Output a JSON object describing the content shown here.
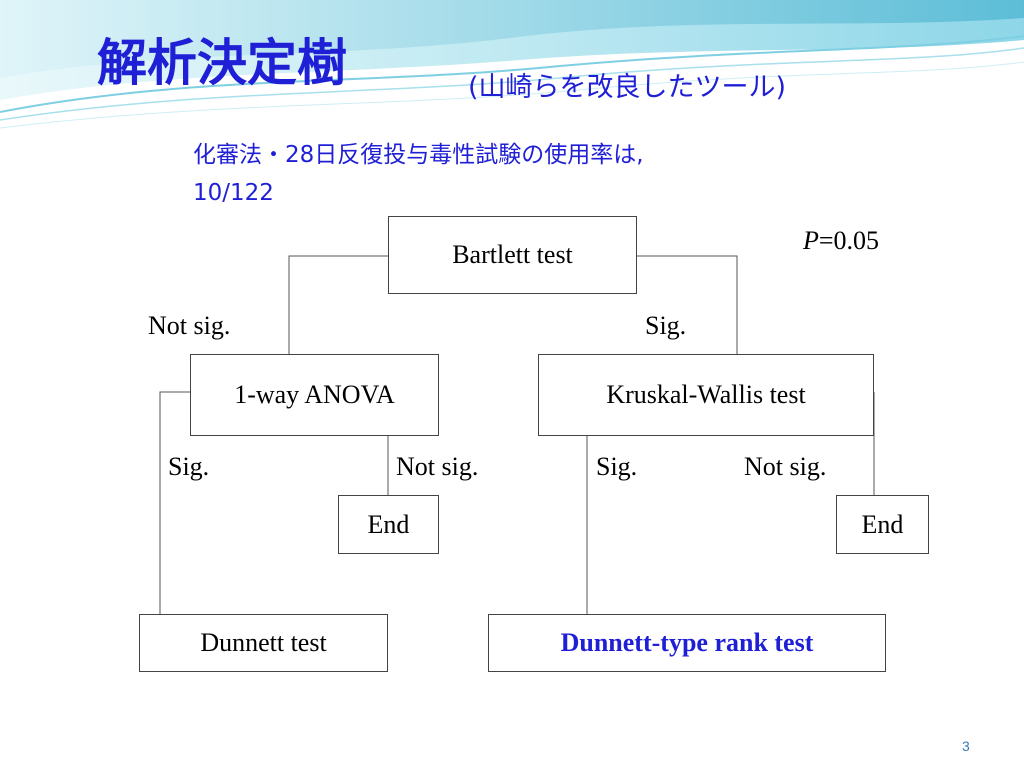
{
  "header": {
    "title": "解析決定樹",
    "title_note": "(山崎らを改良したツール)",
    "subtitle_line1": "化審法・28日反復投与毒性試験の使用率は,",
    "subtitle_line2": "10/122"
  },
  "significance": {
    "symbol": "P",
    "value": "=0.05"
  },
  "nodes": {
    "bartlett": "Bartlett test",
    "anova": "1-way ANOVA",
    "kruskal": "Kruskal-Wallis test",
    "end_left": "End",
    "end_right": "End",
    "dunnett": "Dunnett test",
    "dunnett_rank": "Dunnett-type rank test"
  },
  "edges": {
    "bartlett_not_sig": "Not sig.",
    "bartlett_sig": "Sig.",
    "anova_sig": "Sig.",
    "anova_not_sig": "Not sig.",
    "kruskal_sig": "Sig.",
    "kruskal_not_sig": "Not sig."
  },
  "footer": {
    "page_number": "3"
  },
  "colors": {
    "accent": "#1f1fd6",
    "wave_light": "#bfe9f2",
    "wave_dark": "#35a9c9"
  }
}
